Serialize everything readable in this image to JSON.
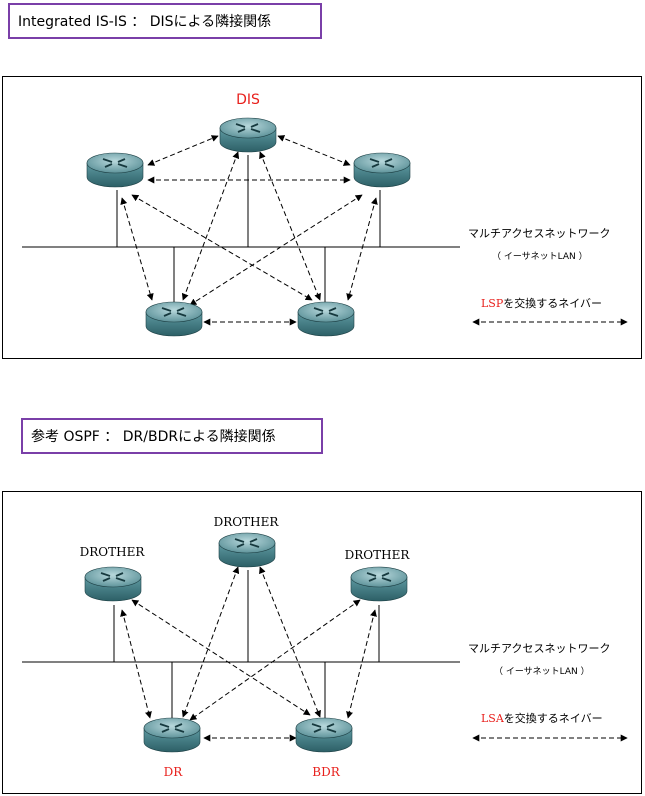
{
  "section1": {
    "title": "Integrated IS-IS ： DISによる隣接関係",
    "dis_label": "DIS",
    "network_label": "マルチアクセスネットワーク",
    "network_sub": "（ イーサネットLAN ）",
    "legend_proto": "LSP",
    "legend_rest": "を交換するネイバー"
  },
  "section2": {
    "title": "参考 OSPF ： DR/BDRによる隣接関係",
    "drother1": "DROTHER",
    "drother2": "DROTHER",
    "drother3": "DROTHER",
    "dr_label": "DR",
    "bdr_label": "BDR",
    "network_label": "マルチアクセスネットワーク",
    "network_sub": "（ イーサネットLAN ）",
    "legend_proto": "LSA",
    "legend_rest": "を交換するネイバー"
  },
  "colors": {
    "accent_red": "#e8201c",
    "frame_purple": "#7a3fa8",
    "router_teal": "#3f7f88"
  },
  "icons": {
    "router": "router-icon"
  }
}
